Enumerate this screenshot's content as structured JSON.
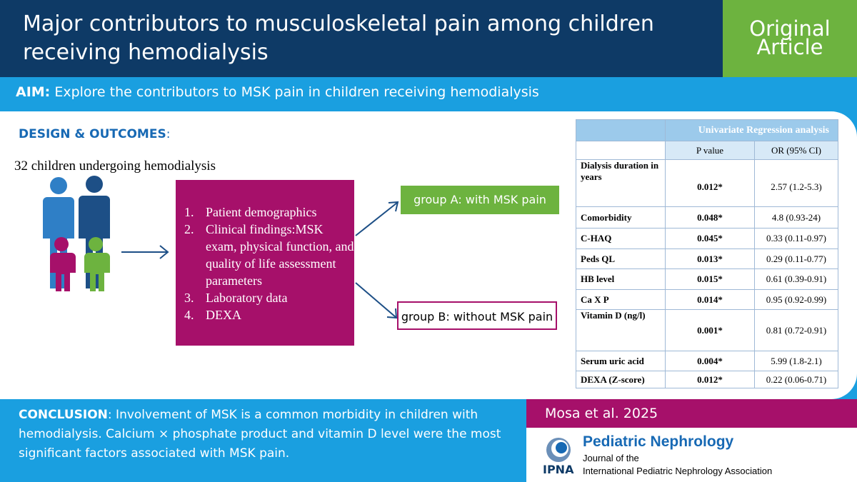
{
  "header": {
    "title": "Major contributors to musculoskeletal pain among children receiving hemodialysis",
    "badge_line1": "Original",
    "badge_line2": "Article"
  },
  "aim": {
    "label": "AIM:",
    "text": " Explore the contributors to MSK pain in children receiving hemodialysis"
  },
  "design": {
    "label": "DESIGN & OUTCOMES",
    "colon": ":",
    "population": "32 children undergoing hemodialysis",
    "items": [
      {
        "num": "1.",
        "text": "Patient demographics"
      },
      {
        "num": "2.",
        "text": "Clinical findings:MSK exam, physical function, and quality of life assessment parameters"
      },
      {
        "num": "3.",
        "text": "Laboratory data"
      },
      {
        "num": "4.",
        "text": "DEXA"
      }
    ],
    "group_a": "group A: with MSK pain",
    "group_b": "group B: without MSK pain"
  },
  "table": {
    "title": "Univariate Regression analysis",
    "col_p": "P value",
    "col_or": "OR (95% CI)",
    "rows": [
      {
        "label": "Dialysis duration in years",
        "p": "0.012*",
        "or": "2.57 (1.2-5.3)"
      },
      {
        "label": "Comorbidity",
        "p": "0.048*",
        "or": "4.8 (0.93-24)"
      },
      {
        "label": "C-HAQ",
        "p": "0.045*",
        "or": "0.33 (0.11-0.97)"
      },
      {
        "label": "Peds QL",
        "p": "0.013*",
        "or": "0.29 (0.11-0.77)"
      },
      {
        "label": "HB level",
        "p": "0.015*",
        "or": "0.61 (0.39-0.91)"
      },
      {
        "label": "Ca X P",
        "p": "0.014*",
        "or": "0.95 (0.92-0.99)"
      },
      {
        "label": "Vitamin D  (ng/l)",
        "p": "0.001*",
        "or": "0.81 (0.72-0.91)"
      },
      {
        "label": "Serum uric acid",
        "p": "0.004*",
        "or": "5.99 (1.8-2.1)"
      },
      {
        "label": "DEXA (Z-score)",
        "p": "0.012*",
        "or": "0.22 (0.06-0.71)"
      }
    ]
  },
  "conclusion": {
    "label": "CONCLUSION",
    "text": ": Involvement of MSK is a common morbidity in children with hemodialysis. Calcium × phosphate product and vitamin D level were the most significant factors associated with MSK pain."
  },
  "citation": "Mosa et al. 2025",
  "journal": {
    "logo_text": "IPNA",
    "name": "Pediatric Nephrology",
    "sub1": "Journal of the",
    "sub2": "International Pediatric Nephrology Association"
  },
  "colors": {
    "navy": "#0e3a66",
    "blue": "#1a9fe0",
    "green": "#6db33f",
    "magenta": "#a6106a"
  },
  "icons": [
    "people-icon",
    "arrow-right-icon",
    "journal-logo-icon"
  ]
}
